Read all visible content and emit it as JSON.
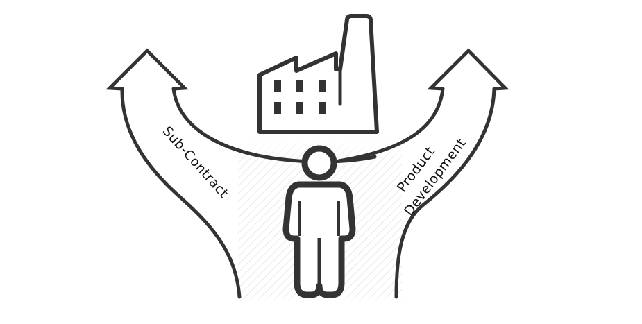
{
  "diagram": {
    "labels": {
      "left_path": "Sub-Contract",
      "right_path_line1": "Product",
      "right_path_line2": "Development"
    },
    "icons": {
      "top": "factory-icon",
      "center": "person-icon",
      "left": "arrow-up-left-icon",
      "right": "arrow-up-right-icon"
    },
    "colors": {
      "stroke": "#333333",
      "text": "#111111",
      "hatch": "#e6e6e6",
      "background": "#ffffff"
    }
  }
}
